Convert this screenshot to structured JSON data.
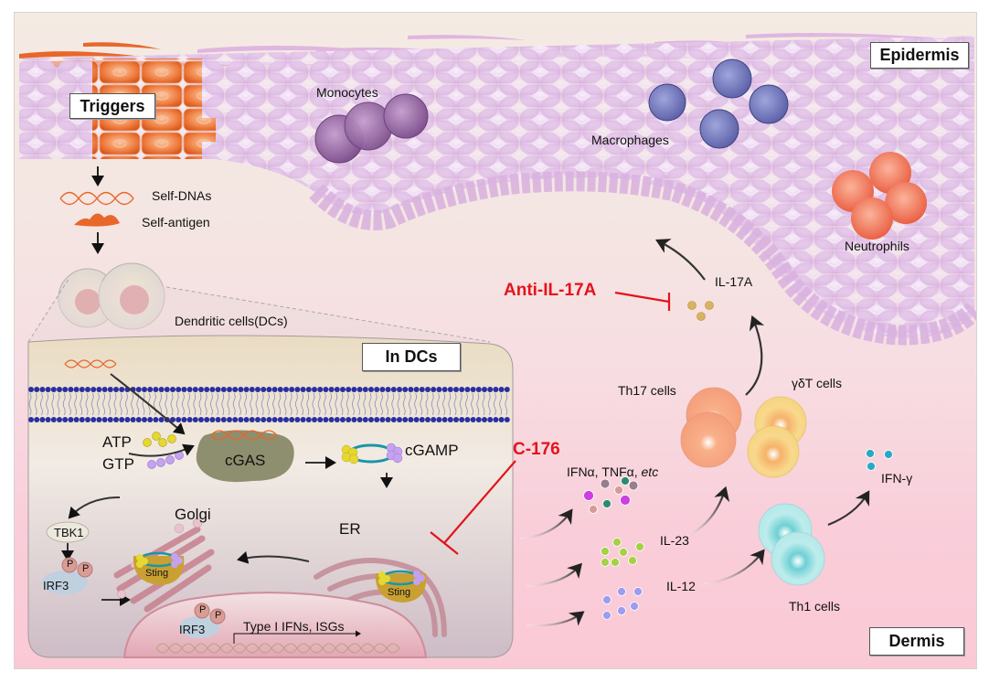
{
  "figure": {
    "region_labels": {
      "epidermis": "Epidermis",
      "dermis": "Dermis",
      "triggers": "Triggers",
      "in_dcs": "In DCs"
    },
    "upstream": {
      "self_dnas": "Self-DNAs",
      "self_antigen": "Self-antigen",
      "dendritic_cells": "Dendritic cells(DCs)"
    },
    "epidermal_cells": {
      "monocytes": "Monocytes",
      "macrophages": "Macrophages",
      "neutrophils": "Neutrophils"
    },
    "dc_pathway": {
      "atp": "ATP",
      "gtp": "GTP",
      "cgas": "cGAS",
      "cgamp": "cGAMP",
      "golgi": "Golgi",
      "er": "ER",
      "sting_golgi": "Sting",
      "sting_er": "Sting",
      "tbk1": "TBK1",
      "irf3_cyto": "IRF3",
      "irf3_nuc": "IRF3",
      "phospho": "P",
      "transcription": "Type I IFNs, ISGs"
    },
    "inhibitors": {
      "c176": "C-176",
      "anti_il17a": "Anti-IL-17A"
    },
    "cytokines": {
      "ifna_tnfa": "IFNα, TNFα, ",
      "etc": "etc",
      "il23": "IL-23",
      "il12": "IL-12",
      "il17a": "IL-17A",
      "ifng": "IFN-γ"
    },
    "t_cells": {
      "th17": "Th17 cells",
      "gdt": "γδT cells",
      "th1": "Th1 cells"
    },
    "colors": {
      "inhibitor_red": "#e3141b",
      "keratinocyte": "#e3c6e6",
      "trigger_orange": "#e8672a",
      "monocyte": "#9b6aa6",
      "macrophage": "#6e73b8",
      "neutrophil": "#ef6a4e",
      "th17": "#f6a07f",
      "gdt": "#f7d57f",
      "th1": "#9fe1e2",
      "membrane": "#2a2fa0",
      "cgas": "#8d8f6e",
      "sting": "#c9a032"
    }
  }
}
